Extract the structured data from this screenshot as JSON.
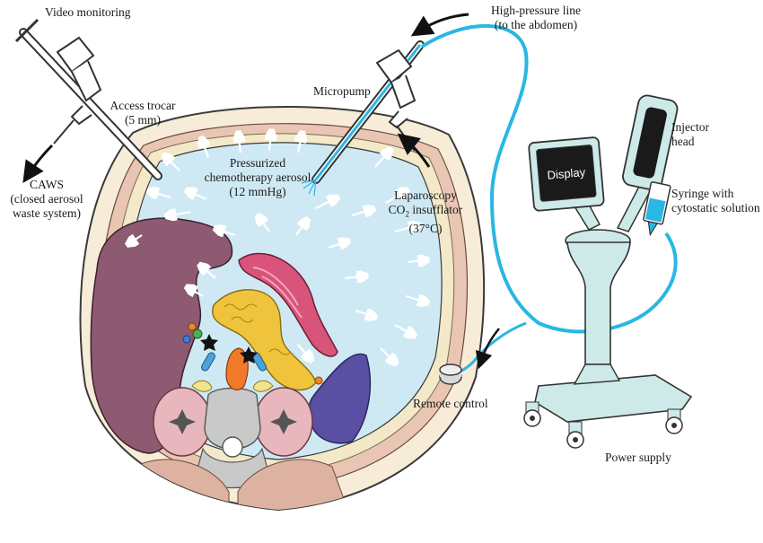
{
  "labels": {
    "video": "Video monitoring",
    "trocar_1": "Access trocar",
    "trocar_2": "(5 mm)",
    "micropump": "Micropump",
    "hp_1": "High-pressure line",
    "hp_2": "(to the abdomen)",
    "aerosol_1": "Pressurized",
    "aerosol_2": "chemotherapy aerosol",
    "aerosol_3": "(12 mmHg)",
    "caws_1": "CAWS",
    "caws_2": "(closed aerosol",
    "caws_3": "waste system)",
    "lap_1": "Laparoscopy",
    "lap_2a": "CO",
    "lap_2sub": "2",
    "lap_2b": " insufflator",
    "lap_3": "(37°C)",
    "injector_1": "Injector",
    "injector_2": "head",
    "syringe_1": "Syringe with",
    "syringe_2": "cytostatic solution",
    "display": "Display",
    "remote": "Remote control",
    "power": "Power supply"
  },
  "colors": {
    "aerosol": "#cfe9f4",
    "line": "#29b7e3",
    "liver": "#8d5a72",
    "spleen": "#5b4fa3",
    "pancreas": "#f0c33c",
    "stomach": "#d9547a",
    "device": "#cdeae8"
  }
}
